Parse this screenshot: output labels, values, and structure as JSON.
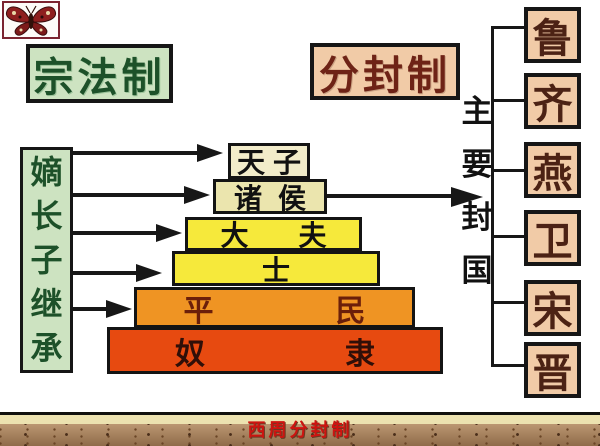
{
  "header": {
    "zongfa_label": "宗法制",
    "fenfeng_label": "分封制"
  },
  "left_panel": {
    "label": "嫡长子继承"
  },
  "pyramid": {
    "levels": [
      {
        "rank": 1,
        "label": "天子",
        "color": "#f2ecca"
      },
      {
        "rank": 2,
        "label": "诸侯",
        "color": "#ebe5ae"
      },
      {
        "rank": 3,
        "label": "大夫",
        "color": "#f6e93b"
      },
      {
        "rank": 4,
        "label": "士",
        "color": "#f6e93b"
      },
      {
        "rank": 5,
        "label": "平民",
        "color": "#ef9423"
      },
      {
        "rank": 6,
        "label": "奴隶",
        "color": "#e74a10"
      }
    ]
  },
  "right_panel": {
    "label": "主要封国",
    "label_chars": [
      "主",
      "要",
      "封",
      "国"
    ],
    "states": [
      "鲁",
      "齐",
      "燕",
      "卫",
      "宋",
      "晋"
    ]
  },
  "footer": {
    "title": "西周分封制"
  },
  "icons": {
    "top_left": "butterfly-icon"
  },
  "colors": {
    "green_box_bg": "#cde3c1",
    "green_text": "#1d5129",
    "salmon_box_bg": "#f1cba7",
    "fenfeng_text": "#6e2316",
    "state_text": "#4c2214",
    "footer_title_red": "#ce1410",
    "footer_bar_brown": "#9a755",
    "line_black": "#171717"
  }
}
